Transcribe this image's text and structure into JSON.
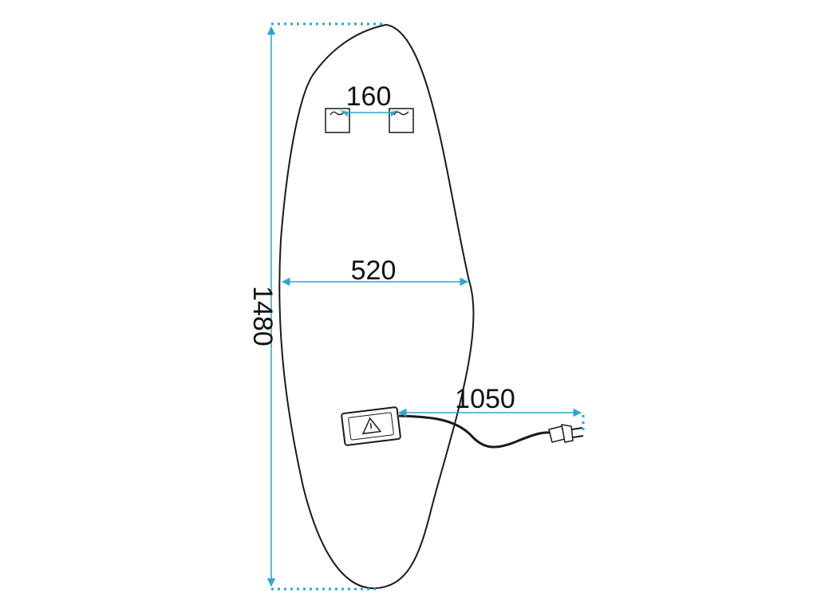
{
  "dimensions": {
    "height_label": "1480",
    "width_label": "520",
    "bracket_spacing_label": "160",
    "cable_length_label": "1050"
  },
  "colors": {
    "outline": "#1a1a1a",
    "dimension_line": "#2aa6cf",
    "text": "#111111"
  },
  "icons": {
    "switch_box": "led-driver-box-icon",
    "plug": "power-plug-icon",
    "warning": "warning-triangle-icon"
  }
}
